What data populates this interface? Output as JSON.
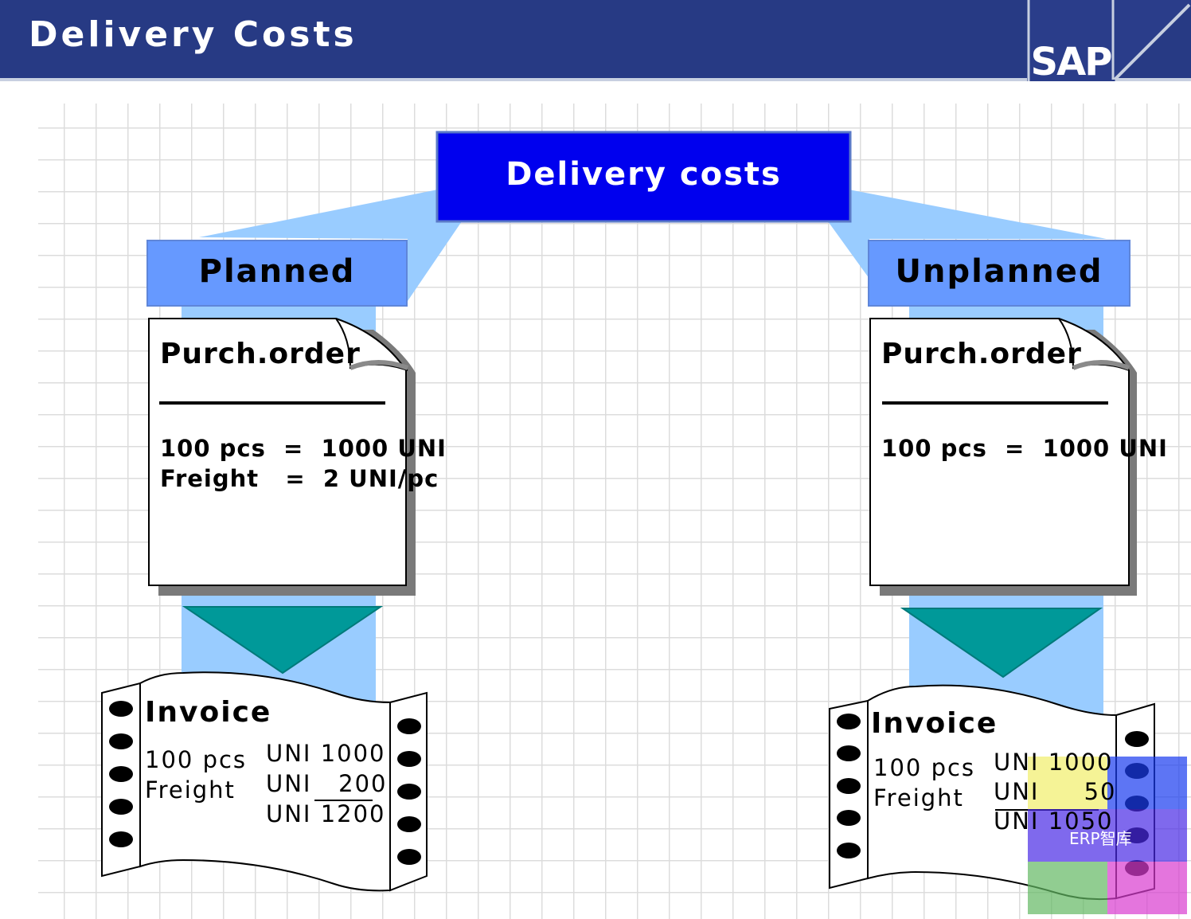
{
  "header": {
    "title": "Delivery Costs",
    "logo_text": "SAP"
  },
  "root": {
    "label": "Delivery costs"
  },
  "branches": [
    {
      "label": "Planned",
      "purchase_order": {
        "title": "Purch.order",
        "lines": [
          "100 pcs  =  1000 UNI",
          "Freight   =  2 UNI/pc"
        ]
      },
      "invoice": {
        "title": "Invoice",
        "item_labels": [
          "100 pcs",
          "Freight"
        ],
        "amounts": [
          "UNI 1000",
          "UNI   200",
          "UNI 1200"
        ]
      }
    },
    {
      "label": "Unplanned",
      "purchase_order": {
        "title": "Purch.order",
        "lines": [
          "100 pcs  =  1000 UNI"
        ]
      },
      "invoice": {
        "title": "Invoice",
        "item_labels": [
          "100 pcs",
          "Freight"
        ],
        "amounts": [
          "UNI 1000",
          "UNI     50",
          "UNI 1050"
        ]
      }
    }
  ],
  "watermark": {
    "text": "ERP智库"
  },
  "colors": {
    "header": "#273a84",
    "root_box": "#0000ee",
    "branch_box": "#6699ff",
    "connector": "#99ccff",
    "arrow": "#009999",
    "grid": "#dedede"
  }
}
